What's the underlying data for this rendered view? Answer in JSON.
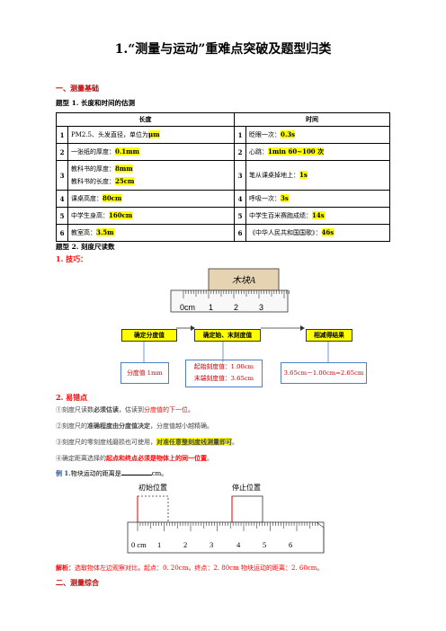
{
  "title": "1.“测量与运动”重难点突破及题型归类",
  "section1": "一、测量基础",
  "topic1": "题型 1. 长度和时间的估测",
  "table": {
    "headers": [
      "长度",
      "时间"
    ],
    "rows": [
      {
        "ln": "1",
        "lt": "PM2.5、头发直径，单位为",
        "lv": "μm",
        "tn": "1",
        "tt": "眨眼一次：",
        "tv": "0.3s"
      },
      {
        "ln": "2",
        "lt": "一张纸的厚度：",
        "lv": "0.1mm",
        "tn": "2",
        "tt": "心跳：",
        "tv": "1min 60~100 次"
      },
      {
        "ln": "3",
        "lt": "教科书的厚度：",
        "lv": "8mm",
        "lt2": "教科书的长度：",
        "lv2": "25cm",
        "tn": "3",
        "tt": "笔从课桌掉地上：",
        "tv": "1s"
      },
      {
        "ln": "4",
        "lt": "课桌高度：",
        "lv": "80cm",
        "tn": "4",
        "tt": "呼吸一次：",
        "tv": "3s"
      },
      {
        "ln": "5",
        "lt": "中学生身高：",
        "lv": "160cm",
        "tn": "5",
        "tt": "中学生百米赛跑成绩：",
        "tv": "14s"
      },
      {
        "ln": "6",
        "lt": "教室高：",
        "lv": "3.5m",
        "tn": "6",
        "tt": "《中华人民共和国国歌》：",
        "tv": "46s"
      }
    ]
  },
  "topic2": "题型 2. 刻度尺读数",
  "skill_heading": "1. 技巧：",
  "figure1": {
    "block_label": "木块A",
    "ruler_labels": [
      "0cm",
      "1",
      "2",
      "3"
    ],
    "step1": "确定分度值",
    "step2": "确定始、末刻度值",
    "step3": "相减得结果",
    "res1": "分度值 1mm",
    "res2a": "起始刻度值：1.00cm",
    "res2b": "末端刻度值：3.65cm",
    "res3": "3.65cm－1.00cm=2.65cm"
  },
  "pitfall_heading": "2. 易错点",
  "tips": [
    {
      "a": "①刻度尺读数",
      "b": "必须估读",
      "c": "，估读到",
      "d": "分度值的下一位",
      "e": "。"
    },
    {
      "a": "②刻度尺的",
      "b": "准确程度由分度值决定",
      "c": "，分度值越小越精确。"
    },
    {
      "a": "③刻度尺的零刻度线磨损也可使用，",
      "b": "对准任意整刻度线测量即可",
      "c": "。"
    },
    {
      "a": "④确定距离选择的",
      "b": "起点和终点必须是物体上的同一位置",
      "c": "。"
    }
  ],
  "example": {
    "label": "例 1.",
    "text": "物块运动的距离是",
    "unit": "cm。"
  },
  "figure2": {
    "start_label": "初始位置",
    "stop_label": "停止位置",
    "ruler_labels": [
      "0 cm",
      "1",
      "2",
      "3",
      "4",
      "5",
      "6"
    ]
  },
  "solution": {
    "label": "解析：",
    "text": "选取物体左边观察对比，起点：0. 20cm，终点：2. 80cm 物块运动的距离：2. 60cm。"
  },
  "section2": "二、测量综合"
}
